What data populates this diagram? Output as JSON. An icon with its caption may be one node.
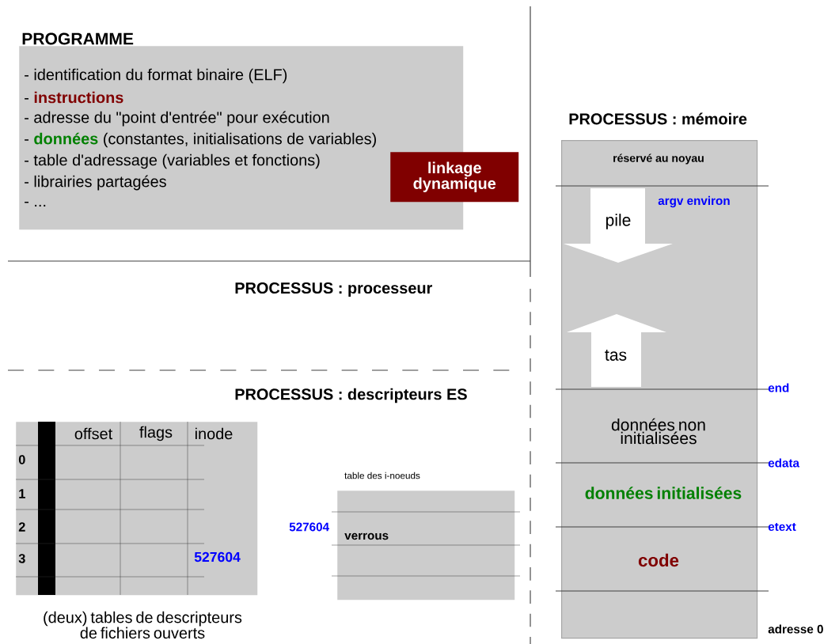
{
  "diagram": {
    "nodes": [
      {
        "text": [
          "PROGRAMME",
          "- identification du format binaire (ELF)",
          "- **instructions**",
          "- adresse du \"point d'entrée\" pour exécution",
          "- **données** (constantes, initialisations de variables)",
          "- table d'adressage (variables et fonctions)",
          "- librairies partagées",
          "- ..."
        ]
      },
      {
        "text": [
          "linkage dynamique"
        ]
      },
      {
        "text": [
          "PROCESSUS : mémoire"
        ]
      },
      {
        "text": [
          "réservé au noyau"
        ],
        "in": 2
      },
      {
        "text": [
          "pile"
        ],
        "in": 2
      },
      {
        "text": [
          "tas"
        ],
        "in": 2
      },
      {
        "text": [
          "données non initialisées"
        ],
        "in": 2
      },
      {
        "text": [
          "données initialisées"
        ],
        "in": 2
      },
      {
        "text": [
          "code"
        ],
        "in": 2
      },
      {
        "text": [
          "offset",
          "flags",
          "inode",
          "0",
          "1",
          "2",
          "3",
          "527604"
        ],
        "beside": [
          "(deux) tables de descripteurs de fichiers ouverts"
        ]
      },
      {
        "text": [
          "verrous"
        ],
        "beside": [
          "table des i-noeuds",
          "527604"
        ]
      }
    ],
    "labels": [
      "PROCESSUS : processeur",
      "PROCESSUS : descripteurs ES",
      "argv environ",
      "end",
      "edata",
      "etext",
      "adresse 0"
    ]
  }
}
